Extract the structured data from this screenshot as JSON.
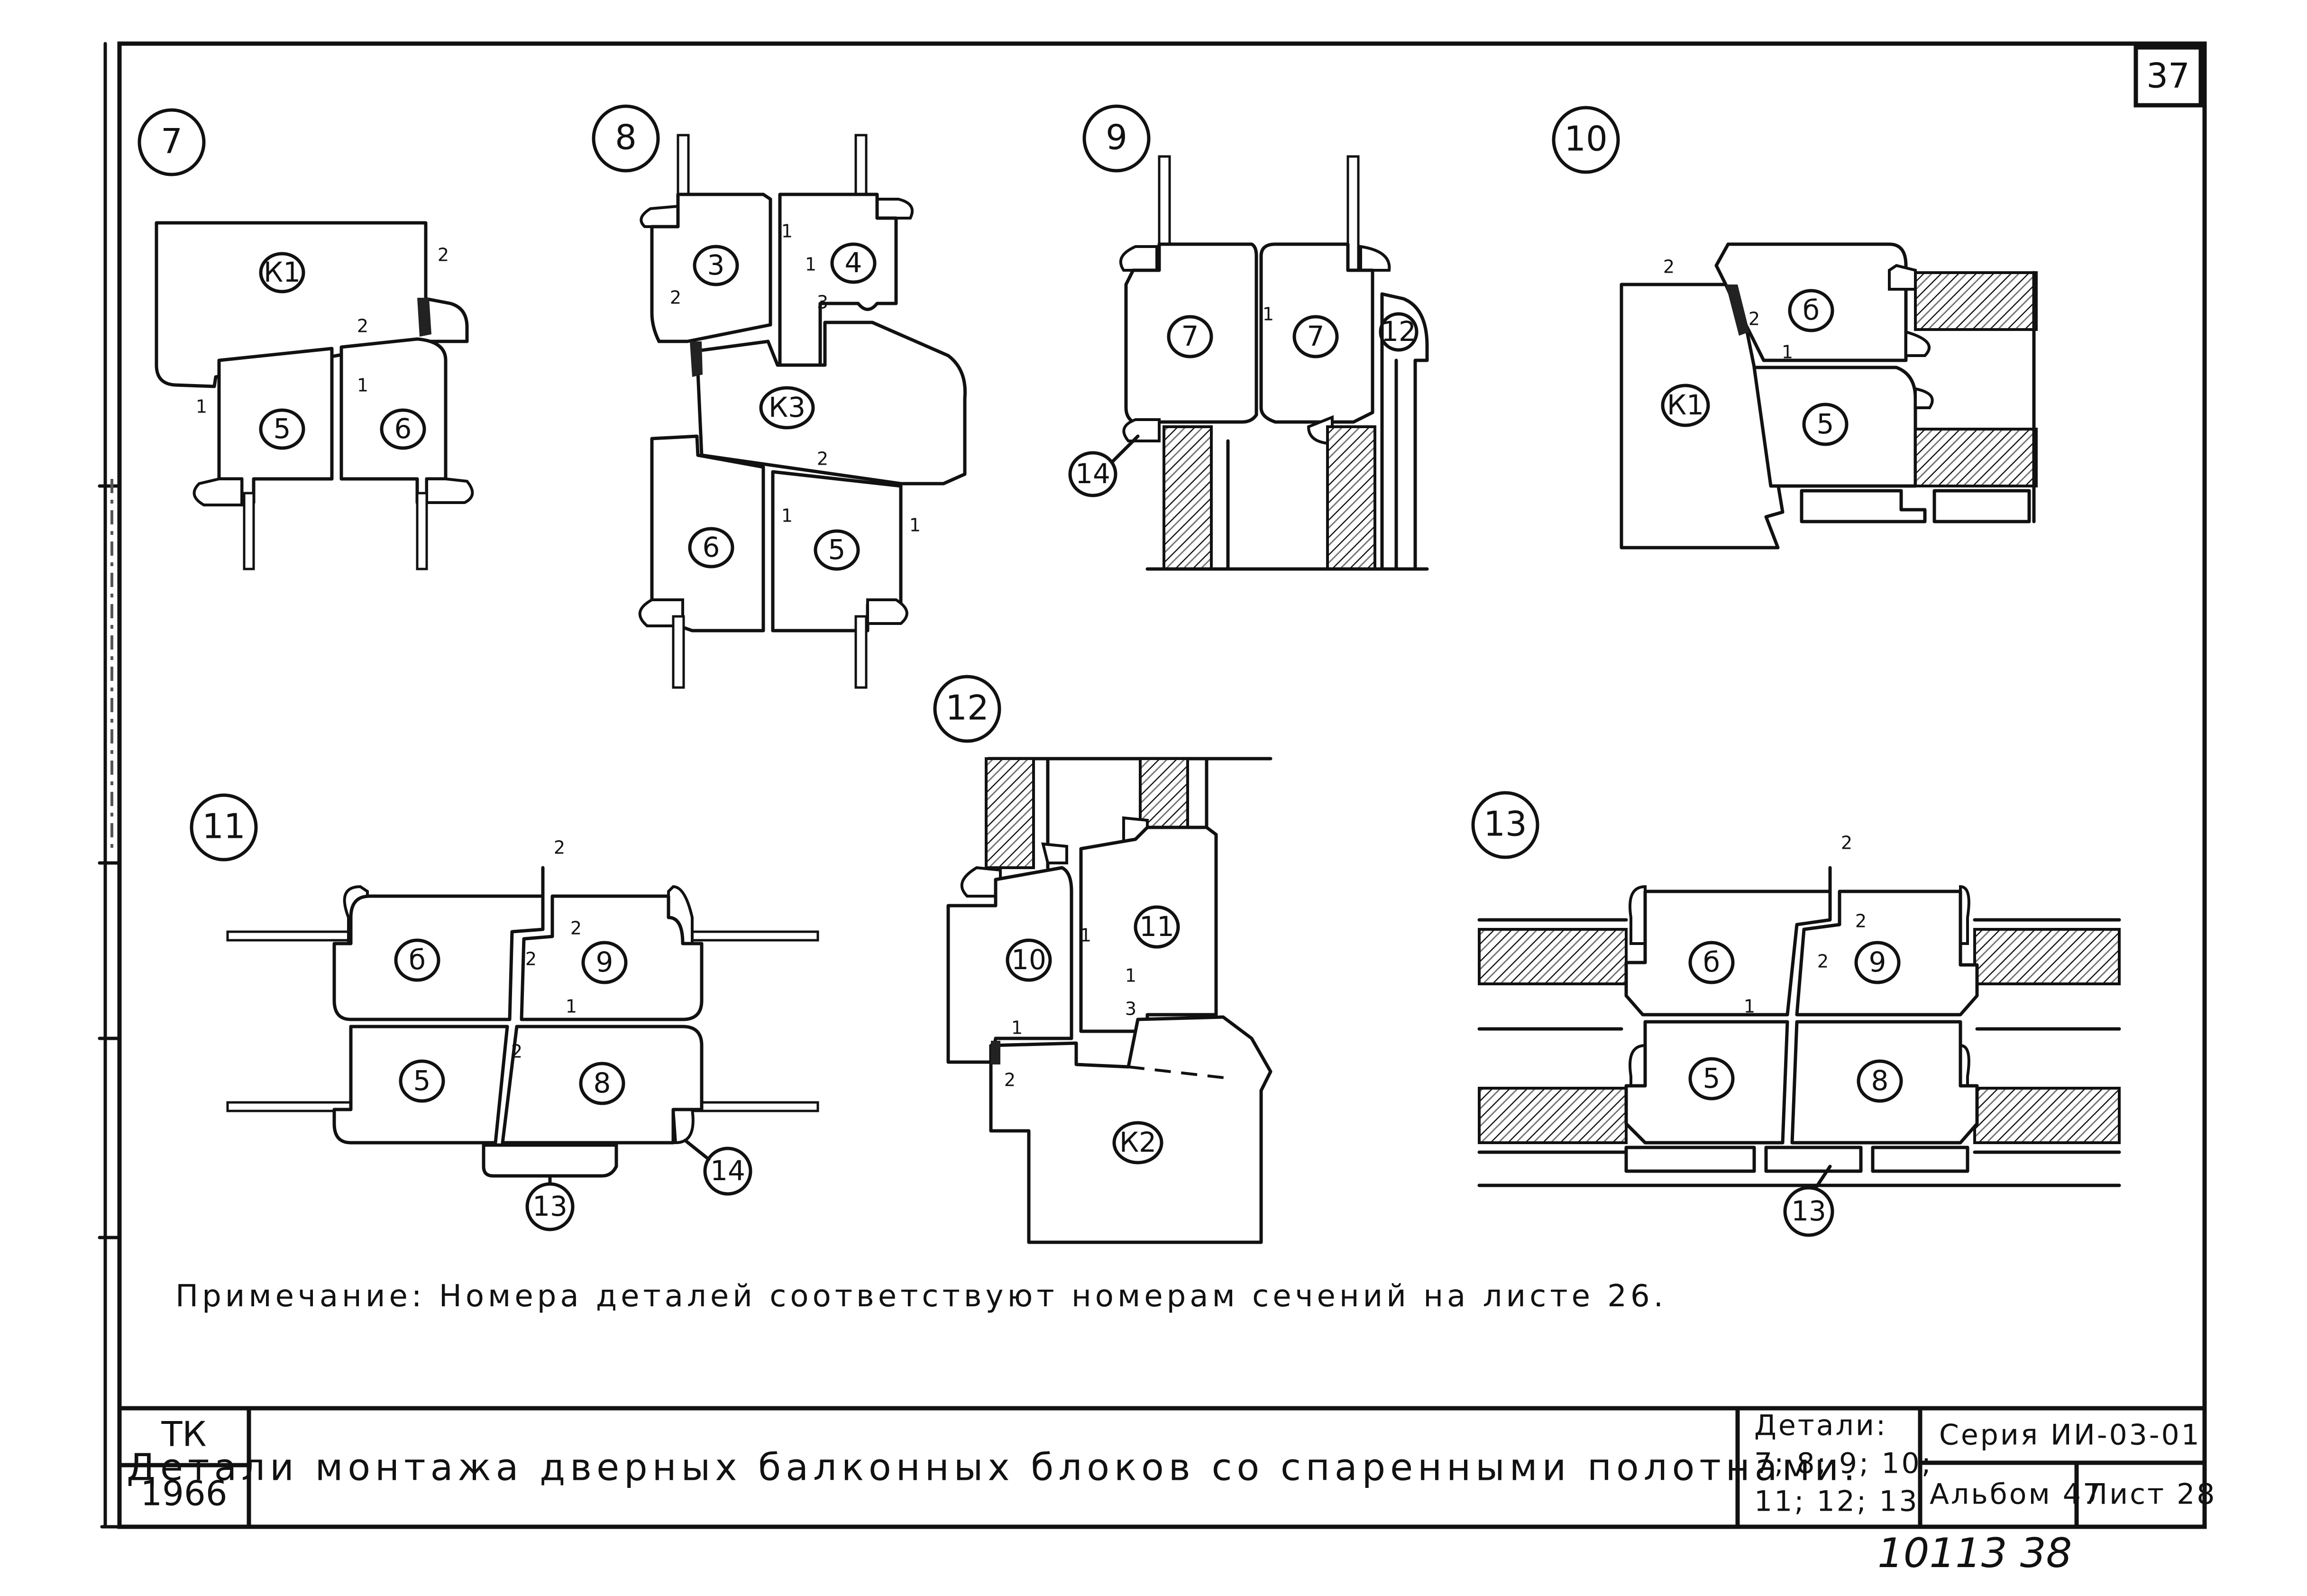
{
  "sheet_number": "37",
  "details": {
    "d7": {
      "number": "7",
      "parts": [
        "К1",
        "5",
        "6"
      ],
      "dims": [
        "2",
        "2",
        "1",
        "1"
      ]
    },
    "d8": {
      "number": "8",
      "parts": [
        "3",
        "4",
        "К3",
        "6",
        "5"
      ],
      "dims": [
        "1",
        "1",
        "2",
        "3",
        "2",
        "1",
        "1"
      ]
    },
    "d9": {
      "number": "9",
      "parts": [
        "7",
        "7",
        "12",
        "14"
      ],
      "dims": [
        "1"
      ]
    },
    "d10": {
      "number": "10",
      "parts": [
        "б",
        "К1",
        "5"
      ],
      "dims": [
        "2",
        "2",
        "1"
      ]
    },
    "d11": {
      "number": "11",
      "parts": [
        "б",
        "9",
        "5",
        "8",
        "13",
        "14"
      ],
      "dims": [
        "2",
        "2",
        "2",
        "1",
        "2"
      ]
    },
    "d12": {
      "number": "12",
      "parts": [
        "10",
        "11",
        "К2"
      ],
      "dims": [
        "1",
        "1",
        "3",
        "1",
        "2"
      ]
    },
    "d13": {
      "number": "13",
      "parts": [
        "б",
        "9",
        "5",
        "8",
        "13"
      ],
      "dims": [
        "2",
        "2",
        "2",
        "1"
      ]
    }
  },
  "note": "Примечание: Номера деталей соответствуют номерам сечений на листе 26.",
  "title_block": {
    "org": "ТК",
    "year": "1966",
    "title": "Детали монтажа дверных балконных блоков со спаренными полотнами.",
    "details_label": "Детали:",
    "details_line1": "7; 8; 9; 10;",
    "details_line2": "11; 12; 13",
    "series": "Серия ИИ-03-01",
    "album": "Альбом 47",
    "sheet": "Лист 28"
  },
  "archive_number": "10113 38"
}
